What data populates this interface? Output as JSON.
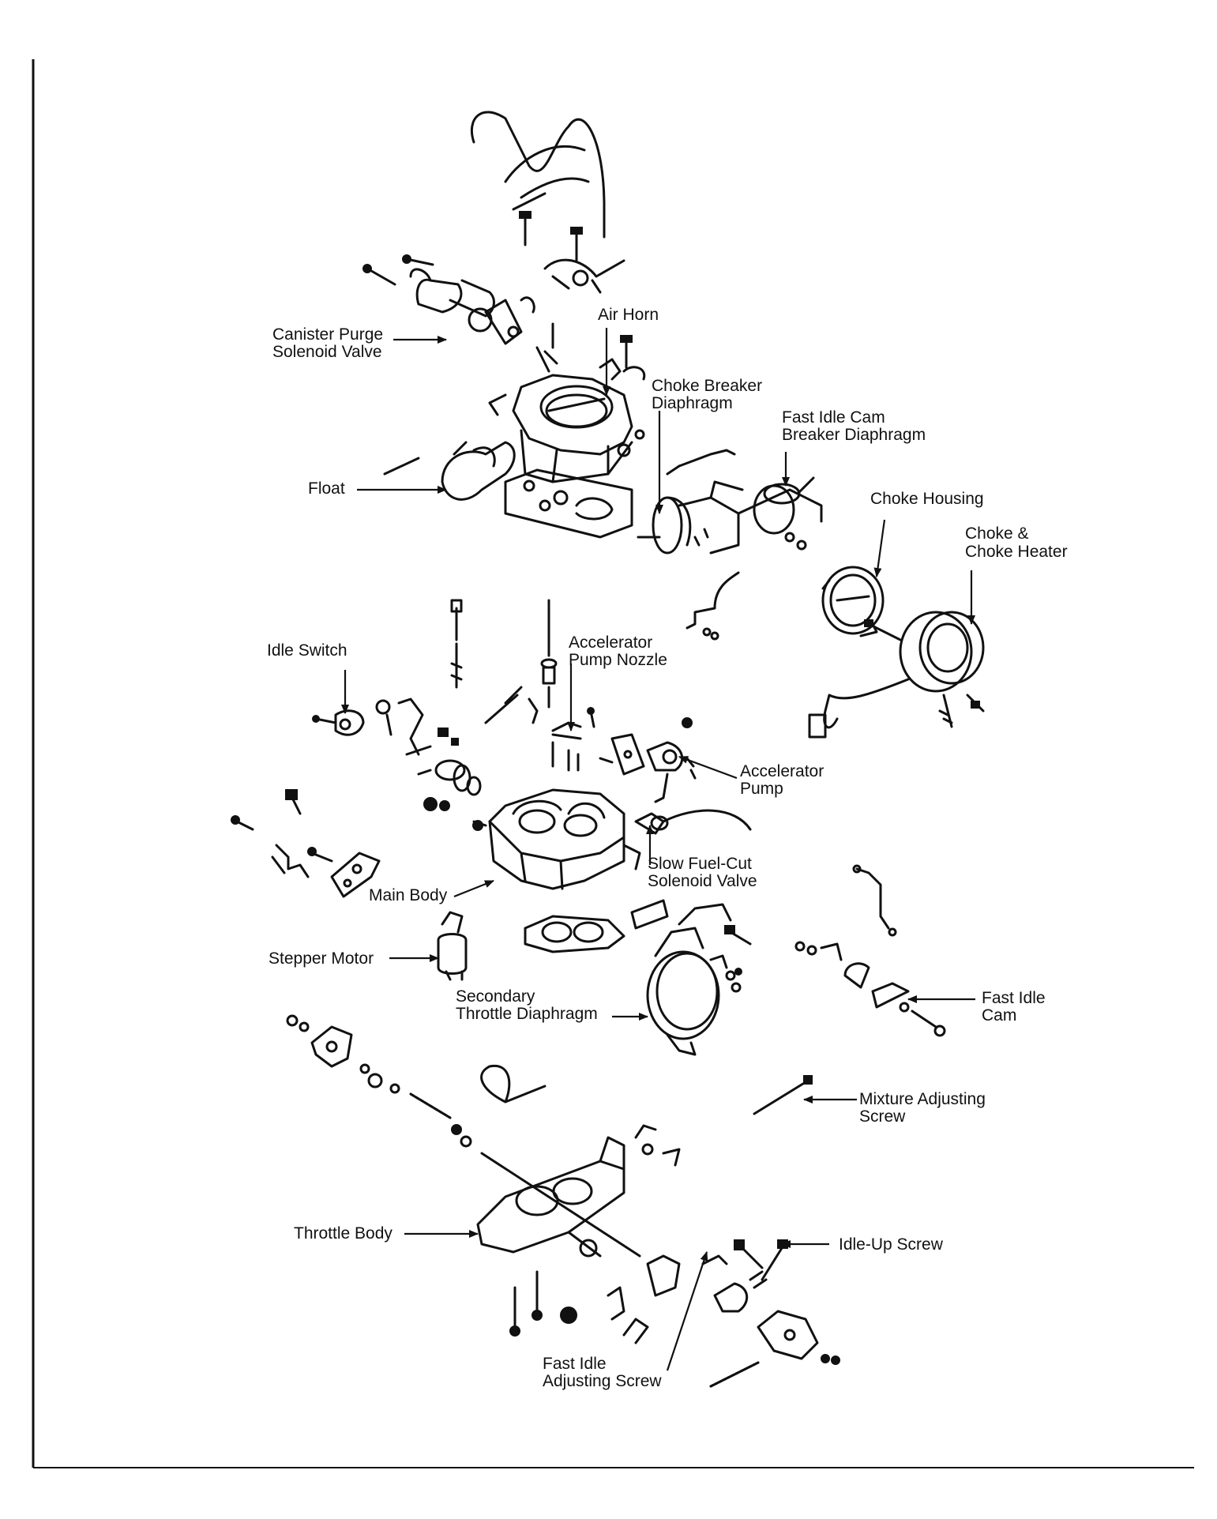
{
  "labels": {
    "canister_purge": [
      "Canister Purge",
      "Solenoid Valve"
    ],
    "air_horn": [
      "Air Horn"
    ],
    "choke_breaker": [
      "Choke Breaker",
      "Diaphragm"
    ],
    "fast_idle_cam_breaker": [
      "Fast Idle Cam",
      "Breaker Diaphragm"
    ],
    "float": [
      "Float"
    ],
    "choke_housing": [
      "Choke Housing"
    ],
    "choke_heater": [
      "Choke &",
      "Choke Heater"
    ],
    "idle_switch": [
      "Idle Switch"
    ],
    "accel_pump_nozzle": [
      "Accelerator",
      "Pump Nozzle"
    ],
    "accel_pump": [
      "Accelerator",
      "Pump"
    ],
    "slow_fuel_cut": [
      "Slow Fuel-Cut",
      "Solenoid Valve"
    ],
    "main_body": [
      "Main Body"
    ],
    "stepper_motor": [
      "Stepper Motor"
    ],
    "secondary_throttle": [
      "Secondary",
      "Throttle Diaphragm"
    ],
    "fast_idle_cam": [
      "Fast Idle",
      "Cam"
    ],
    "mixture_screw": [
      "Mixture Adjusting",
      "Screw"
    ],
    "throttle_body": [
      "Throttle Body"
    ],
    "idle_up_screw": [
      "Idle-Up Screw"
    ],
    "fast_idle_adjusting": [
      "Fast Idle",
      "Adjusting Screw"
    ]
  }
}
